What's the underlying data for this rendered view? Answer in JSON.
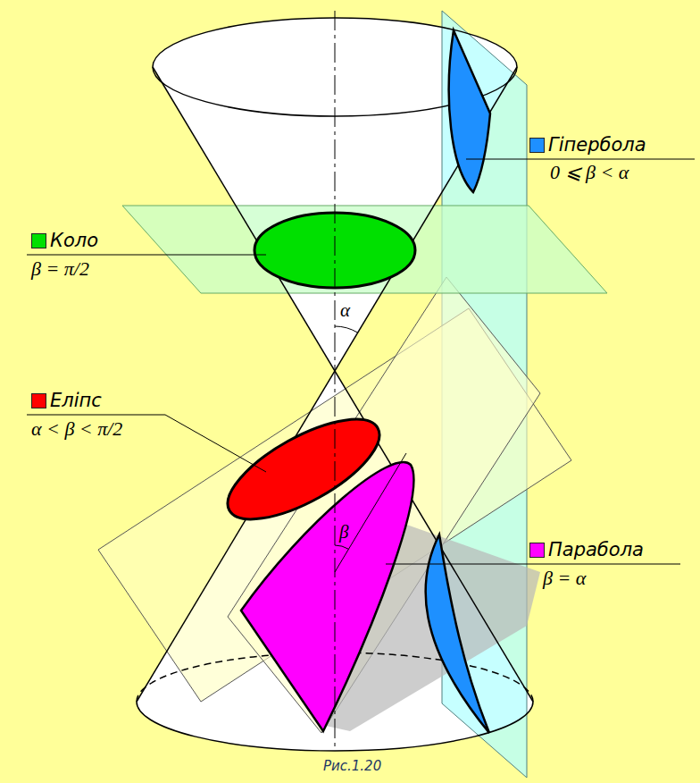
{
  "diagram": {
    "caption": "Рис.1.20",
    "labels": [
      "0 ⩽ β < α",
      "β = π/2",
      "α",
      "α < β < π/2",
      "β",
      "β = α"
    ],
    "legend": [
      {
        "text": "Гіпербола",
        "color": "#1e90ff"
      },
      {
        "text": "Коло",
        "color": "#00e000"
      },
      {
        "text": "Еліпс",
        "color": "#ff0000"
      },
      {
        "text": "Парабола",
        "color": "#ff00ff"
      }
    ]
  }
}
